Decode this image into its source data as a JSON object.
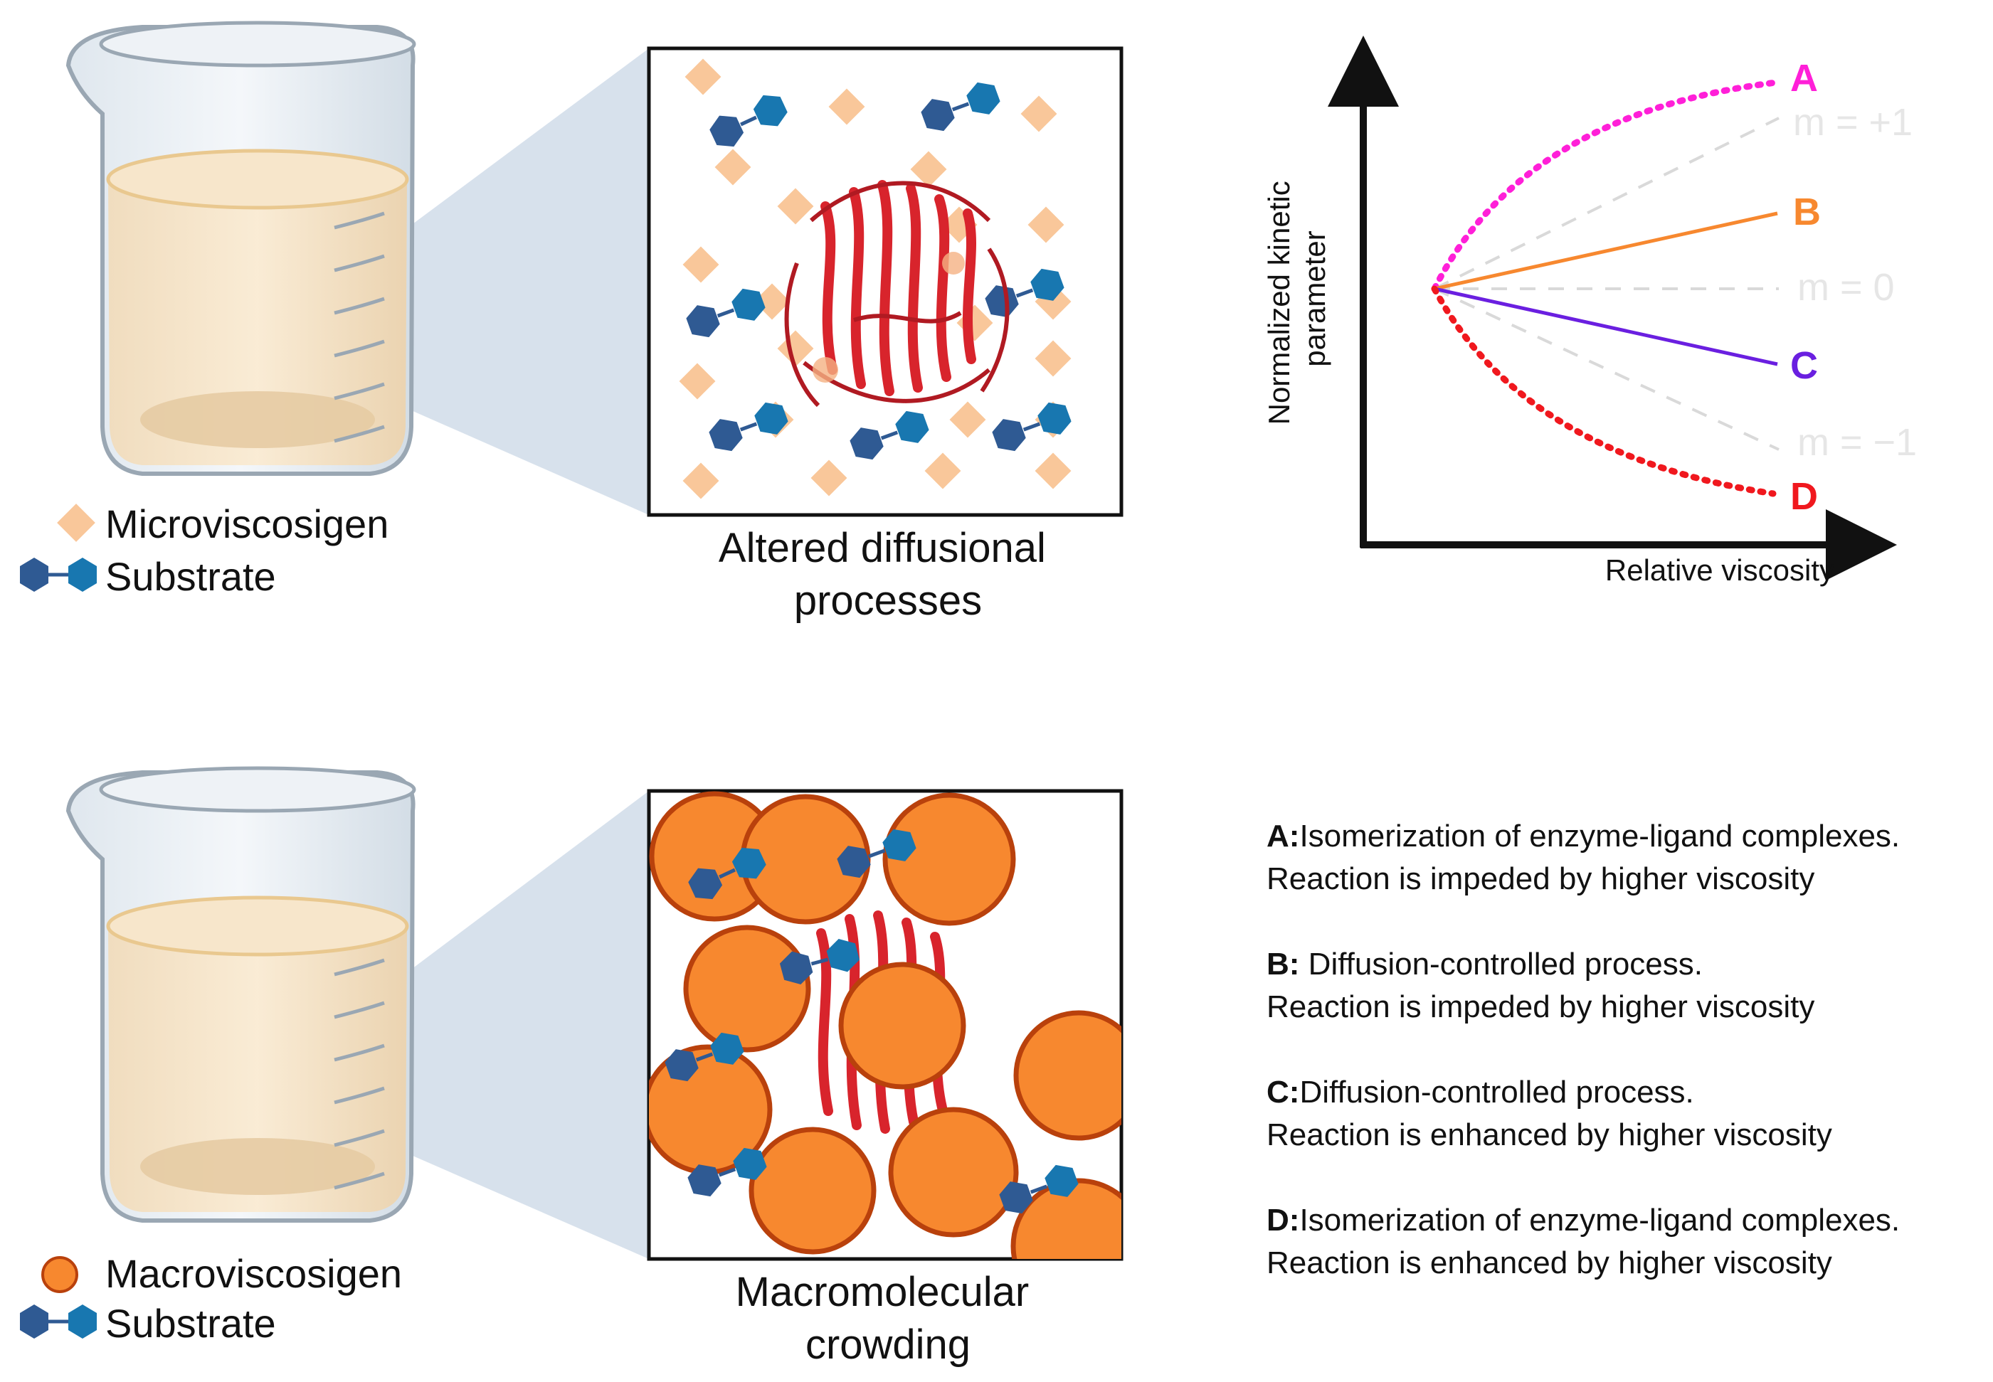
{
  "top_panel": {
    "legend": [
      {
        "label": "Microviscosigen",
        "icon": "diamond-icon"
      },
      {
        "label": "Substrate",
        "icon": "hexagon-pair-icon"
      }
    ],
    "caption_lines": [
      "Altered diffusional",
      "processes"
    ]
  },
  "bottom_panel": {
    "legend": [
      {
        "label": "Macroviscosigen",
        "icon": "circle-icon"
      },
      {
        "label": "Substrate",
        "icon": "hexagon-pair-icon"
      }
    ],
    "caption_lines": [
      "Macromolecular",
      "crowding"
    ]
  },
  "colors": {
    "micro_particle": "#f9c79a",
    "substrate_dark": "#2f5a93",
    "substrate_light": "#1877b0",
    "macro_fill": "#f7882f",
    "macro_stroke": "#b9410c",
    "enzyme": "#d8242c",
    "beaker_liquid": "#f7e6cb",
    "curve_A": "#ff1fd8",
    "curve_B": "#f7882f",
    "curve_C": "#6a1fe0",
    "curve_D": "#f0181e",
    "reference_line": "#d9d9d9"
  },
  "graph": {
    "ylabel_lines": [
      "Normalized kinetic",
      "parameter"
    ],
    "xlabel": "Relative viscosity",
    "curves": [
      {
        "letter": "A",
        "style": "dotted"
      },
      {
        "letter": "B",
        "style": "solid"
      },
      {
        "letter": "C",
        "style": "solid"
      },
      {
        "letter": "D",
        "style": "dotted"
      }
    ],
    "reference_lines": [
      {
        "label": "m = +1"
      },
      {
        "label": "m = 0"
      },
      {
        "label": "m = −1"
      }
    ]
  },
  "descriptions": [
    {
      "key": "A:",
      "line1": "Isomerization of enzyme-ligand complexes.",
      "line2": "Reaction is impeded by higher  viscosity"
    },
    {
      "key": "B:",
      "line1": " Diffusion-controlled process.",
      "line2": "Reaction is impeded by higher  viscosity"
    },
    {
      "key": "C:",
      "line1": "Diffusion-controlled process.",
      "line2": "Reaction is enhanced by higher  viscosity"
    },
    {
      "key": "D:",
      "line1": "Isomerization of enzyme-ligand complexes.",
      "line2": "Reaction is enhanced by higher  viscosity"
    }
  ]
}
